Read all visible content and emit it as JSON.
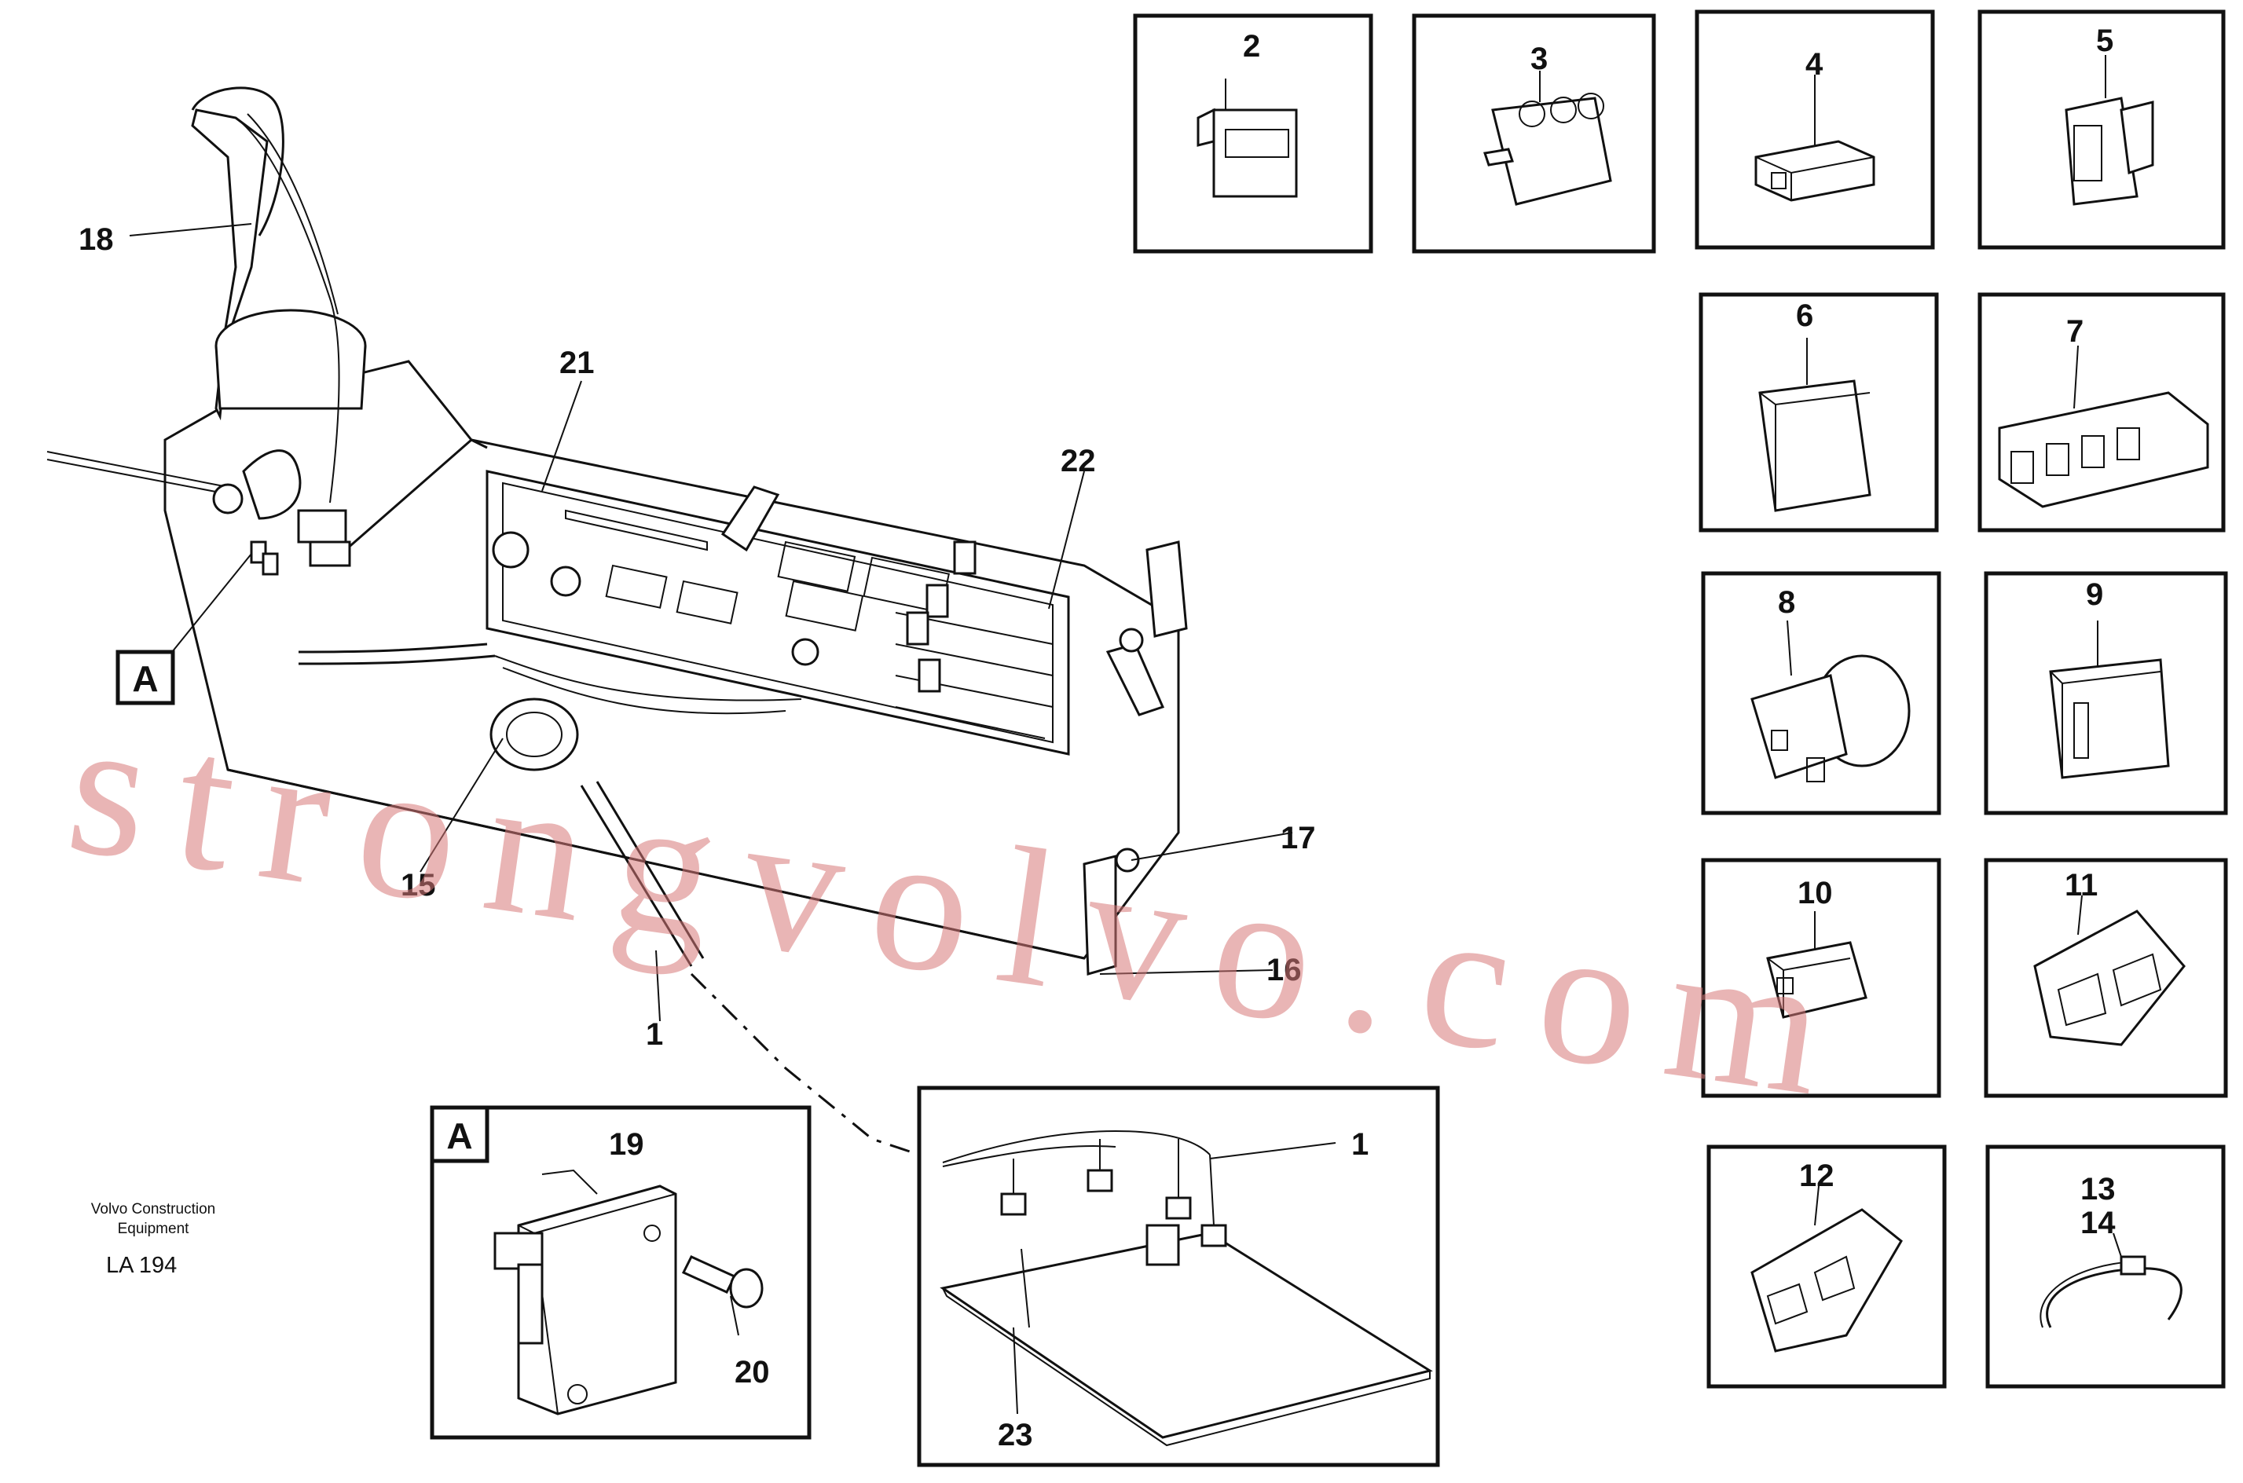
{
  "diagram": {
    "callouts": {
      "c1a": "1",
      "c1b": "1",
      "c2": "2",
      "c3": "3",
      "c4": "4",
      "c5": "5",
      "c6": "6",
      "c7": "7",
      "c8": "8",
      "c9": "9",
      "c10": "10",
      "c11": "11",
      "c12": "12",
      "c13": "13",
      "c14": "14",
      "c15": "15",
      "c16": "16",
      "c17": "17",
      "c18": "18",
      "c19": "19",
      "c20": "20",
      "c21": "21",
      "c22": "22",
      "c23": "23"
    },
    "detail_label": "A",
    "detail_label_box": "A",
    "caption_line1": "Volvo Construction",
    "caption_line2": "Equipment",
    "drawing_code": "LA 194",
    "watermark": "strongvolvo.com"
  }
}
